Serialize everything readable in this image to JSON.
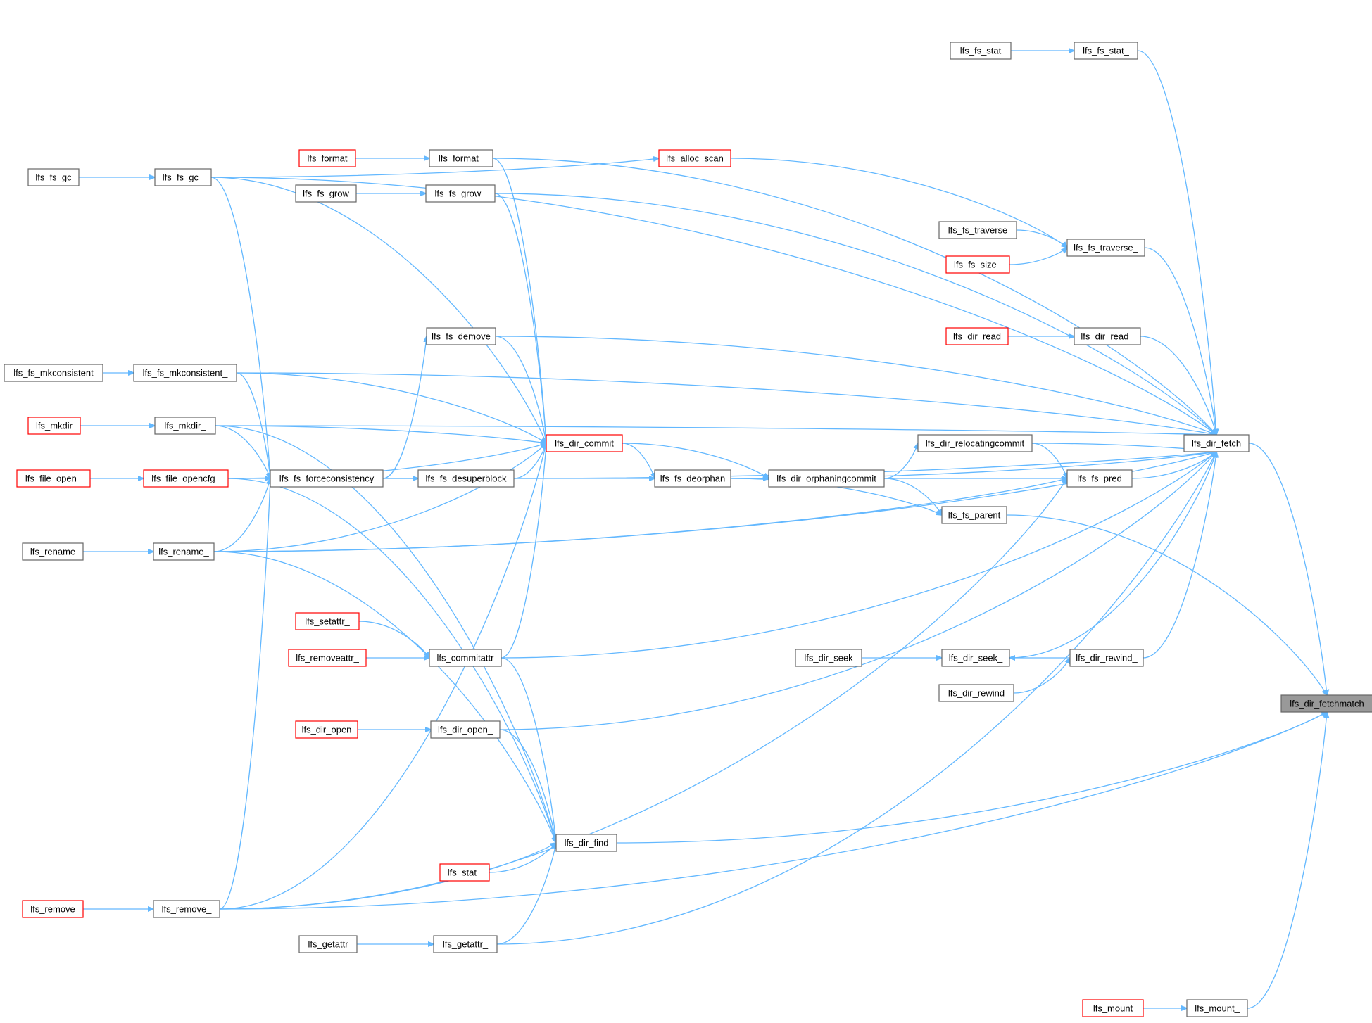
{
  "graph": {
    "nodes": [
      {
        "id": "fetchmatch",
        "label": "lfs_dir_fetchmatch",
        "style": "current"
      },
      {
        "id": "fetch",
        "label": "lfs_dir_fetch",
        "style": "normal"
      },
      {
        "id": "fs_stat_",
        "label": "lfs_fs_stat_",
        "style": "normal"
      },
      {
        "id": "fs_stat",
        "label": "lfs_fs_stat",
        "style": "normal"
      },
      {
        "id": "alloc_scan",
        "label": "lfs_alloc_scan",
        "style": "red"
      },
      {
        "id": "fs_traverse_",
        "label": "lfs_fs_traverse_",
        "style": "normal"
      },
      {
        "id": "fs_traverse",
        "label": "lfs_fs_traverse",
        "style": "normal"
      },
      {
        "id": "fs_size_",
        "label": "lfs_fs_size_",
        "style": "red"
      },
      {
        "id": "dir_read_",
        "label": "lfs_dir_read_",
        "style": "normal"
      },
      {
        "id": "dir_read",
        "label": "lfs_dir_read",
        "style": "red"
      },
      {
        "id": "relocatingcommit",
        "label": "lfs_dir_relocatingcommit",
        "style": "normal"
      },
      {
        "id": "fs_pred",
        "label": "lfs_fs_pred",
        "style": "normal"
      },
      {
        "id": "orphaningcommit",
        "label": "lfs_dir_orphaningcommit",
        "style": "normal"
      },
      {
        "id": "fs_parent",
        "label": "lfs_fs_parent",
        "style": "normal"
      },
      {
        "id": "fs_deorphan",
        "label": "lfs_fs_deorphan",
        "style": "normal"
      },
      {
        "id": "dir_commit",
        "label": "lfs_dir_commit",
        "style": "red"
      },
      {
        "id": "fs_desuperblock",
        "label": "lfs_fs_desuperblock",
        "style": "normal"
      },
      {
        "id": "forceconsistency",
        "label": "lfs_fs_forceconsistency",
        "style": "normal"
      },
      {
        "id": "fs_demove",
        "label": "lfs_fs_demove",
        "style": "normal"
      },
      {
        "id": "format_",
        "label": "lfs_format_",
        "style": "normal"
      },
      {
        "id": "format",
        "label": "lfs_format",
        "style": "red"
      },
      {
        "id": "fs_grow_",
        "label": "lfs_fs_grow_",
        "style": "normal"
      },
      {
        "id": "fs_grow",
        "label": "lfs_fs_grow",
        "style": "normal"
      },
      {
        "id": "fs_gc_",
        "label": "lfs_fs_gc_",
        "style": "normal"
      },
      {
        "id": "fs_gc",
        "label": "lfs_fs_gc",
        "style": "normal"
      },
      {
        "id": "mkconsistent_",
        "label": "lfs_fs_mkconsistent_",
        "style": "normal"
      },
      {
        "id": "mkconsistent",
        "label": "lfs_fs_mkconsistent",
        "style": "normal"
      },
      {
        "id": "mkdir_",
        "label": "lfs_mkdir_",
        "style": "normal"
      },
      {
        "id": "mkdir",
        "label": "lfs_mkdir",
        "style": "red"
      },
      {
        "id": "file_opencfg_",
        "label": "lfs_file_opencfg_",
        "style": "red"
      },
      {
        "id": "file_open_",
        "label": "lfs_file_open_",
        "style": "red"
      },
      {
        "id": "rename_",
        "label": "lfs_rename_",
        "style": "normal"
      },
      {
        "id": "rename",
        "label": "lfs_rename",
        "style": "normal"
      },
      {
        "id": "setattr_",
        "label": "lfs_setattr_",
        "style": "red"
      },
      {
        "id": "removeattr_",
        "label": "lfs_removeattr_",
        "style": "red"
      },
      {
        "id": "commitattr",
        "label": "lfs_commitattr",
        "style": "normal"
      },
      {
        "id": "dir_seek",
        "label": "lfs_dir_seek",
        "style": "normal"
      },
      {
        "id": "dir_seek_",
        "label": "lfs_dir_seek_",
        "style": "normal"
      },
      {
        "id": "dir_rewind_",
        "label": "lfs_dir_rewind_",
        "style": "normal"
      },
      {
        "id": "dir_rewind",
        "label": "lfs_dir_rewind",
        "style": "normal"
      },
      {
        "id": "dir_open",
        "label": "lfs_dir_open",
        "style": "red"
      },
      {
        "id": "dir_open_",
        "label": "lfs_dir_open_",
        "style": "normal"
      },
      {
        "id": "dir_find",
        "label": "lfs_dir_find",
        "style": "normal"
      },
      {
        "id": "stat_",
        "label": "lfs_stat_",
        "style": "red"
      },
      {
        "id": "remove",
        "label": "lfs_remove",
        "style": "red"
      },
      {
        "id": "remove_",
        "label": "lfs_remove_",
        "style": "normal"
      },
      {
        "id": "getattr",
        "label": "lfs_getattr",
        "style": "normal"
      },
      {
        "id": "getattr_",
        "label": "lfs_getattr_",
        "style": "normal"
      },
      {
        "id": "mount",
        "label": "lfs_mount",
        "style": "red"
      },
      {
        "id": "mount_",
        "label": "lfs_mount_",
        "style": "normal"
      }
    ],
    "edges": [
      [
        "fetch",
        "fetchmatch"
      ],
      [
        "fs_parent",
        "fetchmatch"
      ],
      [
        "dir_find",
        "fetchmatch"
      ],
      [
        "mount_",
        "fetchmatch"
      ],
      [
        "remove_",
        "fetchmatch"
      ],
      [
        "fs_stat",
        "fs_stat_"
      ],
      [
        "fs_stat_",
        "fetch"
      ],
      [
        "format",
        "format_"
      ],
      [
        "format_",
        "fetch"
      ],
      [
        "format_",
        "dir_commit"
      ],
      [
        "fs_grow",
        "fs_grow_"
      ],
      [
        "fs_grow_",
        "fetch"
      ],
      [
        "fs_grow_",
        "dir_commit"
      ],
      [
        "fs_gc",
        "fs_gc_"
      ],
      [
        "fs_gc_",
        "fetch"
      ],
      [
        "fs_gc_",
        "alloc_scan"
      ],
      [
        "fs_gc_",
        "dir_commit"
      ],
      [
        "fs_gc_",
        "forceconsistency"
      ],
      [
        "alloc_scan",
        "fs_traverse_"
      ],
      [
        "fs_traverse",
        "fs_traverse_"
      ],
      [
        "fs_size_",
        "fs_traverse_"
      ],
      [
        "fs_traverse_",
        "fetch"
      ],
      [
        "dir_read",
        "dir_read_"
      ],
      [
        "dir_read_",
        "fetch"
      ],
      [
        "mkconsistent",
        "mkconsistent_"
      ],
      [
        "mkconsistent_",
        "fetch"
      ],
      [
        "mkconsistent_",
        "dir_commit"
      ],
      [
        "mkconsistent_",
        "forceconsistency"
      ],
      [
        "mkdir",
        "mkdir_"
      ],
      [
        "mkdir_",
        "fetch"
      ],
      [
        "mkdir_",
        "dir_commit"
      ],
      [
        "mkdir_",
        "forceconsistency"
      ],
      [
        "mkdir_",
        "dir_find"
      ],
      [
        "fs_demove",
        "fetch"
      ],
      [
        "fs_demove",
        "dir_commit"
      ],
      [
        "relocatingcommit",
        "fetch"
      ],
      [
        "relocatingcommit",
        "fs_pred"
      ],
      [
        "fs_pred",
        "fetch"
      ],
      [
        "orphaningcommit",
        "relocatingcommit"
      ],
      [
        "orphaningcommit",
        "fs_pred"
      ],
      [
        "orphaningcommit",
        "fs_parent"
      ],
      [
        "fs_deorphan",
        "fetch"
      ],
      [
        "fs_deorphan",
        "orphaningcommit"
      ],
      [
        "fs_deorphan",
        "fs_parent"
      ],
      [
        "dir_commit",
        "orphaningcommit"
      ],
      [
        "dir_commit",
        "fs_deorphan"
      ],
      [
        "fs_desuperblock",
        "dir_commit"
      ],
      [
        "fs_desuperblock",
        "fetch"
      ],
      [
        "forceconsistency",
        "fs_desuperblock"
      ],
      [
        "forceconsistency",
        "fs_demove"
      ],
      [
        "forceconsistency",
        "fs_deorphan"
      ],
      [
        "file_open_",
        "file_opencfg_"
      ],
      [
        "file_opencfg_",
        "forceconsistency"
      ],
      [
        "file_opencfg_",
        "dir_commit"
      ],
      [
        "file_opencfg_",
        "dir_find"
      ],
      [
        "rename",
        "rename_"
      ],
      [
        "rename_",
        "forceconsistency"
      ],
      [
        "rename_",
        "dir_commit"
      ],
      [
        "rename_",
        "fs_pred"
      ],
      [
        "rename_",
        "dir_find"
      ],
      [
        "rename_",
        "fetch"
      ],
      [
        "setattr_",
        "commitattr"
      ],
      [
        "removeattr_",
        "commitattr"
      ],
      [
        "commitattr",
        "dir_commit"
      ],
      [
        "commitattr",
        "fetch"
      ],
      [
        "commitattr",
        "dir_find"
      ],
      [
        "dir_seek",
        "dir_seek_"
      ],
      [
        "dir_seek_",
        "fetch"
      ],
      [
        "dir_rewind_",
        "dir_seek_"
      ],
      [
        "dir_rewind",
        "dir_rewind_"
      ],
      [
        "dir_rewind_",
        "fetch"
      ],
      [
        "dir_open",
        "dir_open_"
      ],
      [
        "dir_open_",
        "fetch"
      ],
      [
        "dir_open_",
        "dir_find"
      ],
      [
        "stat_",
        "dir_find"
      ],
      [
        "remove",
        "remove_"
      ],
      [
        "remove_",
        "dir_find"
      ],
      [
        "remove_",
        "fs_pred"
      ],
      [
        "remove_",
        "forceconsistency"
      ],
      [
        "remove_",
        "dir_commit"
      ],
      [
        "getattr",
        "getattr_"
      ],
      [
        "getattr_",
        "dir_find"
      ],
      [
        "getattr_",
        "fetch"
      ],
      [
        "mount",
        "mount_"
      ]
    ]
  }
}
